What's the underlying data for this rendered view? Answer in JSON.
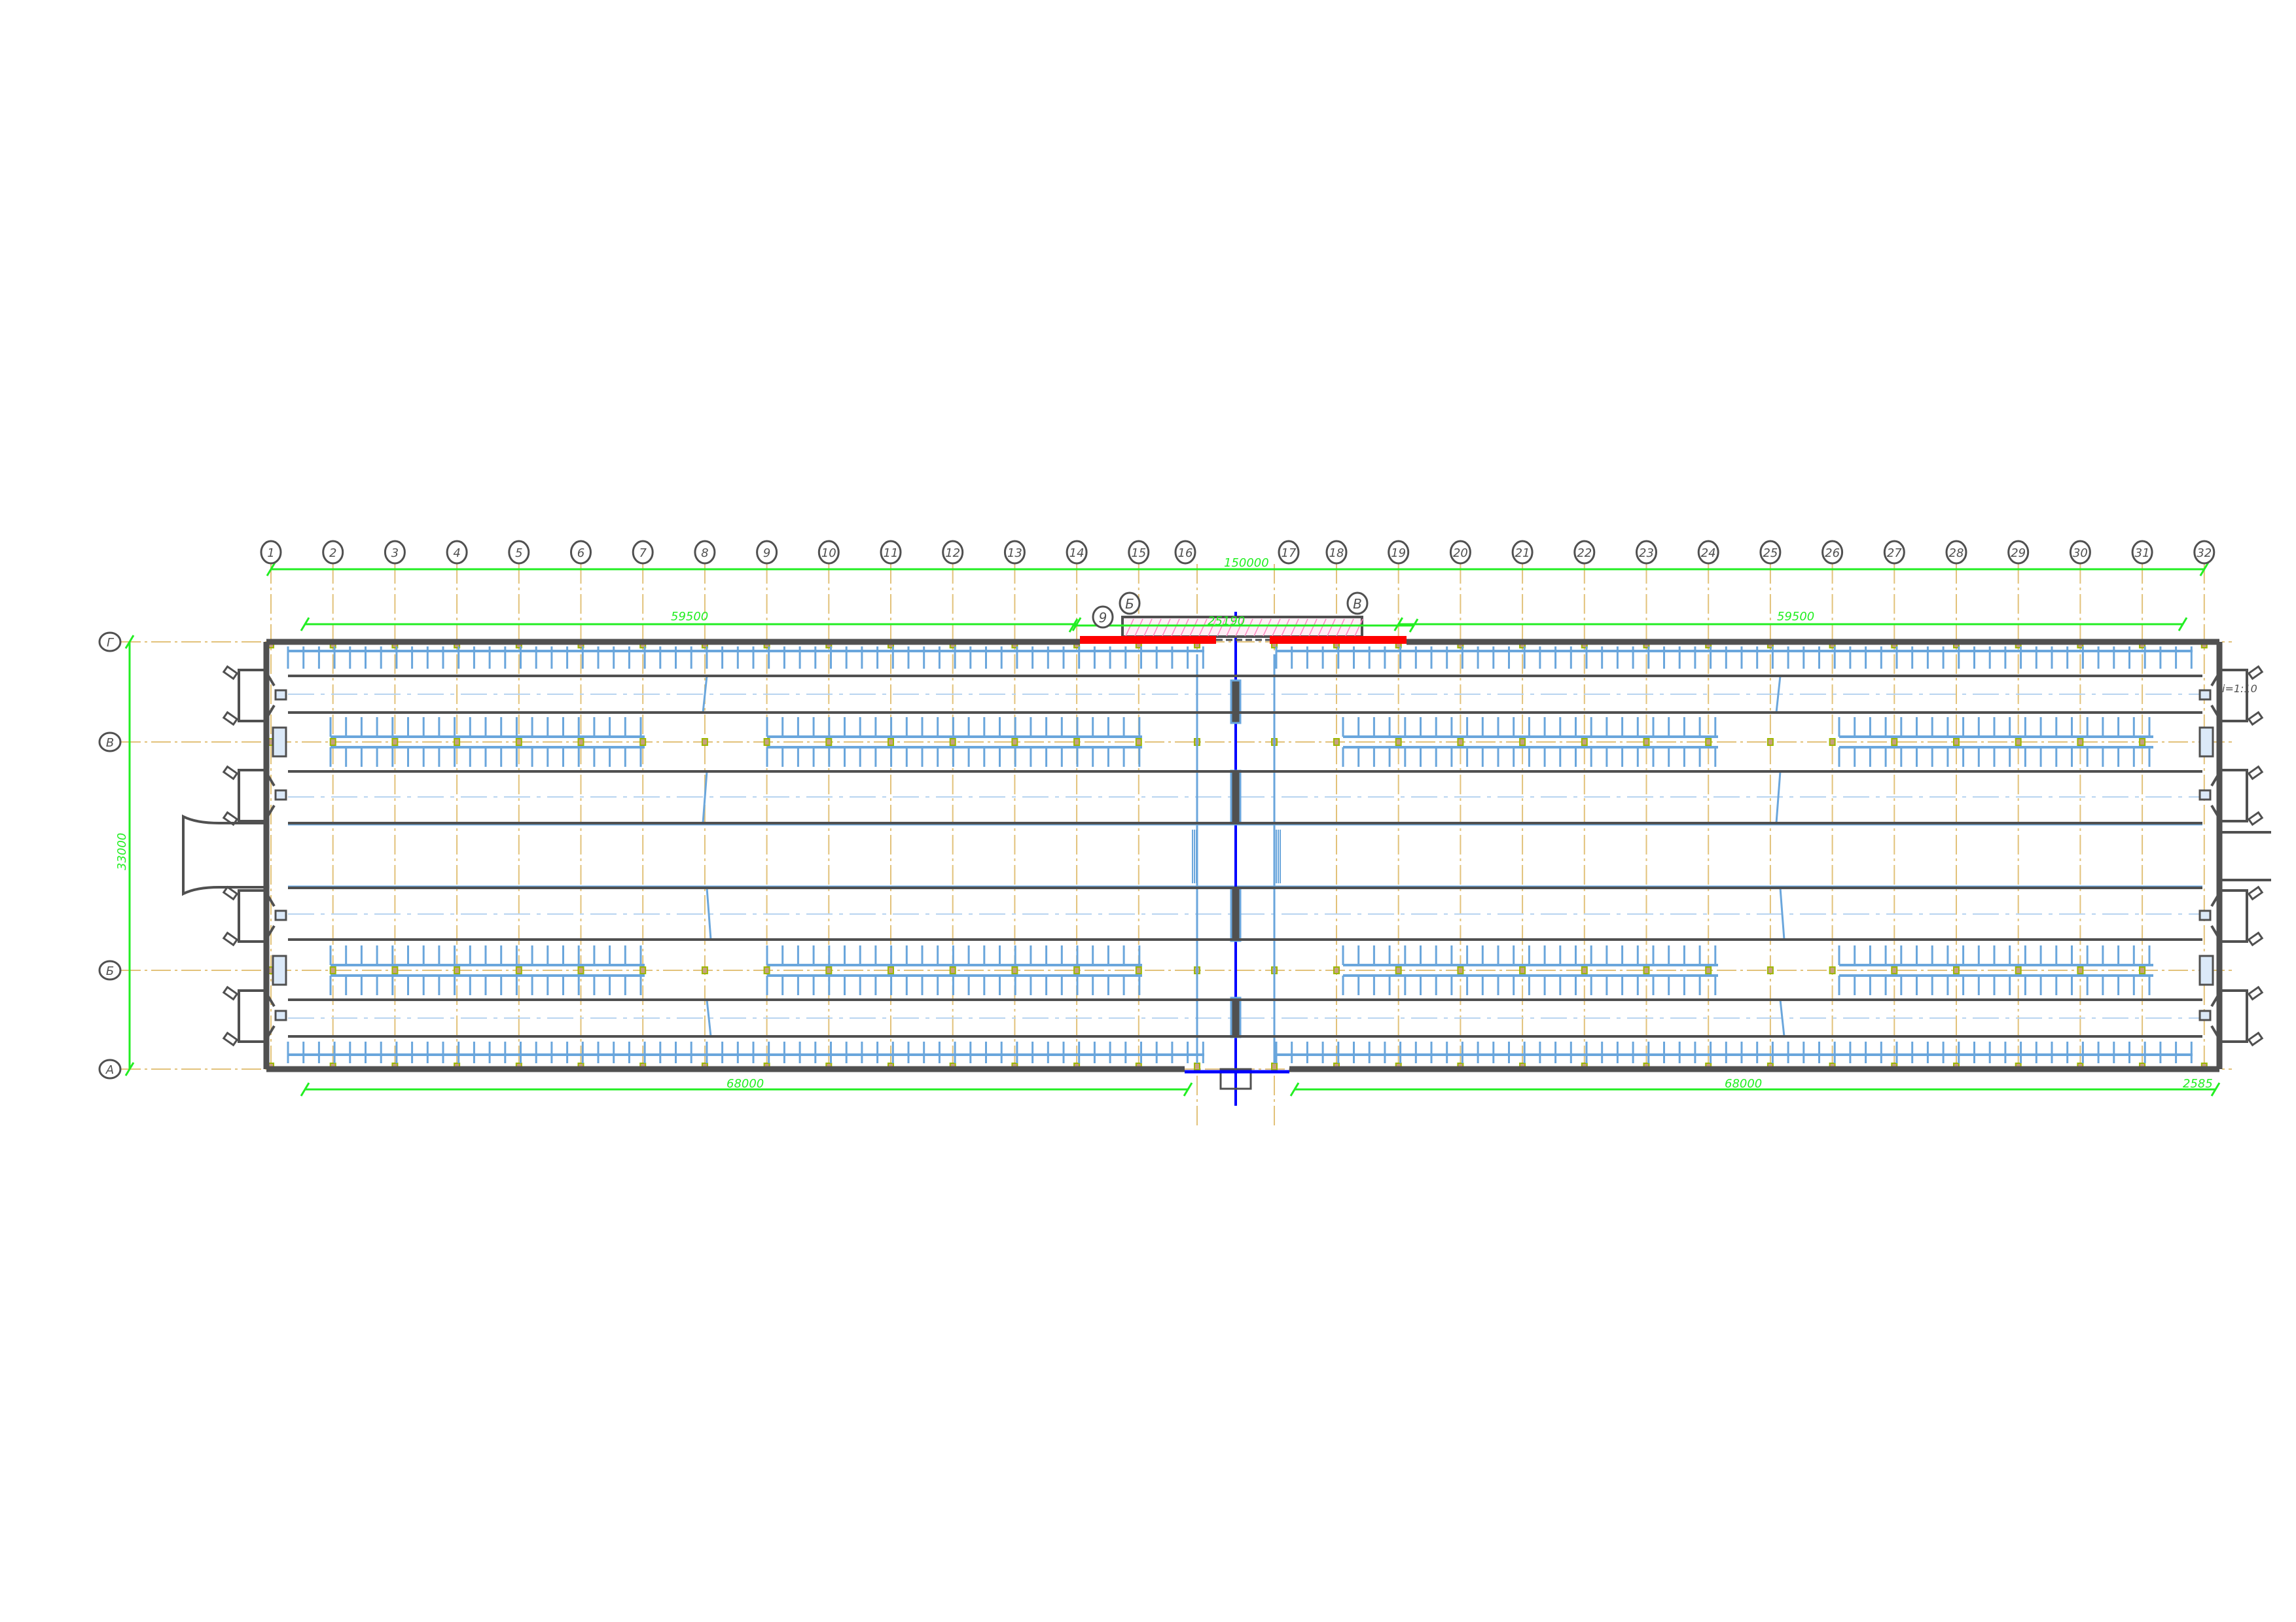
{
  "drawing": {
    "column_axes": [
      "1",
      "2",
      "3",
      "4",
      "5",
      "6",
      "7",
      "8",
      "9",
      "10",
      "11",
      "12",
      "13",
      "14",
      "15",
      "16",
      "17",
      "18",
      "19",
      "20",
      "21",
      "22",
      "23",
      "24",
      "25",
      "26",
      "27",
      "28",
      "29",
      "30",
      "31",
      "32"
    ],
    "row_axes": [
      "Г",
      "В",
      "Б",
      "А"
    ],
    "dimensions": {
      "overall_length": "150000",
      "top_left": "59500",
      "top_right": "59500",
      "annex": "25190",
      "bottom_left": "68000",
      "bottom_right": "68000",
      "end_offset": "2585",
      "overall_width": "33000"
    },
    "annex_markers": [
      "9",
      "Б",
      "В"
    ],
    "slope_note": "i=1:10",
    "colors": {
      "wall": "#505050",
      "dimension": "#22ee22",
      "axis": "#e2c27a",
      "equipment": "#6aa6dc",
      "highlight": "#ff0000",
      "service_line": "#0000ff"
    }
  }
}
